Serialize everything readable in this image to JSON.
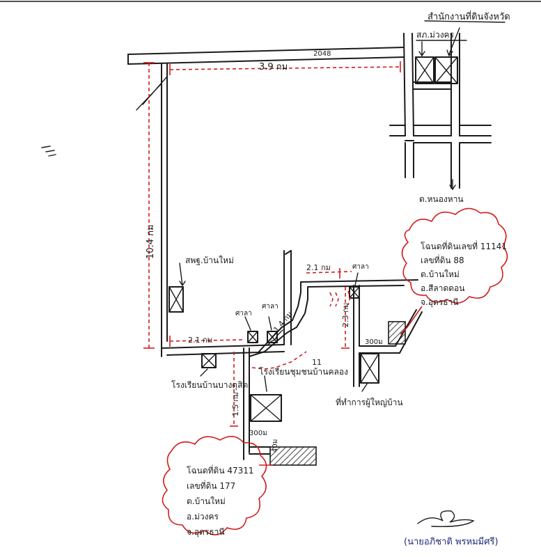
{
  "landmarks": {
    "top_right_office": "สำนักงานที่ดินจังหวัด",
    "top_right_hospital": "สภ.ม่วงคร",
    "road_code": "2048",
    "left_school": "สพฐ.บ้านใหม่",
    "bottom_left_temple": "โรงเรียนบ้านบางดุสิต",
    "center_school": "โรงเรียนชุมชนบ้านคลอง",
    "bottom_right_office": "ที่ทำการผู้ใหญ่บ้าน",
    "district_label": "ต.หนองหาน",
    "small_label_1": "ศาลา",
    "small_label_2": "ศาลา",
    "small_label_3": "ศาลา",
    "mark_11": "11"
  },
  "distances": {
    "top_road": "3.9 กม",
    "left_road": "10.4 กม",
    "middle_horizontal": "2.1 กม",
    "diagonal": "1.4 กม",
    "right_top": "2.1 กม",
    "right_vertical": "2.3 กม",
    "right_offset": "300ม",
    "lower_vertical": "1.5 กม",
    "lower_offset": "300ม",
    "lower_side": "40ม"
  },
  "callout_right": {
    "line1": "โฉนดที่ดินเลขที่ 11141",
    "line2": "เลขที่ดิน 88",
    "line3": "ต.บ้านใหม่",
    "line4": "อ.สีลาดดอน",
    "line5": "จ.อุดรธานี"
  },
  "callout_left": {
    "line1": "โฉนดที่ดิน 47311",
    "line2": "เลขที่ดิน 177",
    "line3": "ต.บ้านใหม่",
    "line4": "อ.ม่วงคร",
    "line5": "จ.อุดรธานี"
  },
  "signature": {
    "name": "(นายอภิชาติ พรหมมีศรี)"
  }
}
